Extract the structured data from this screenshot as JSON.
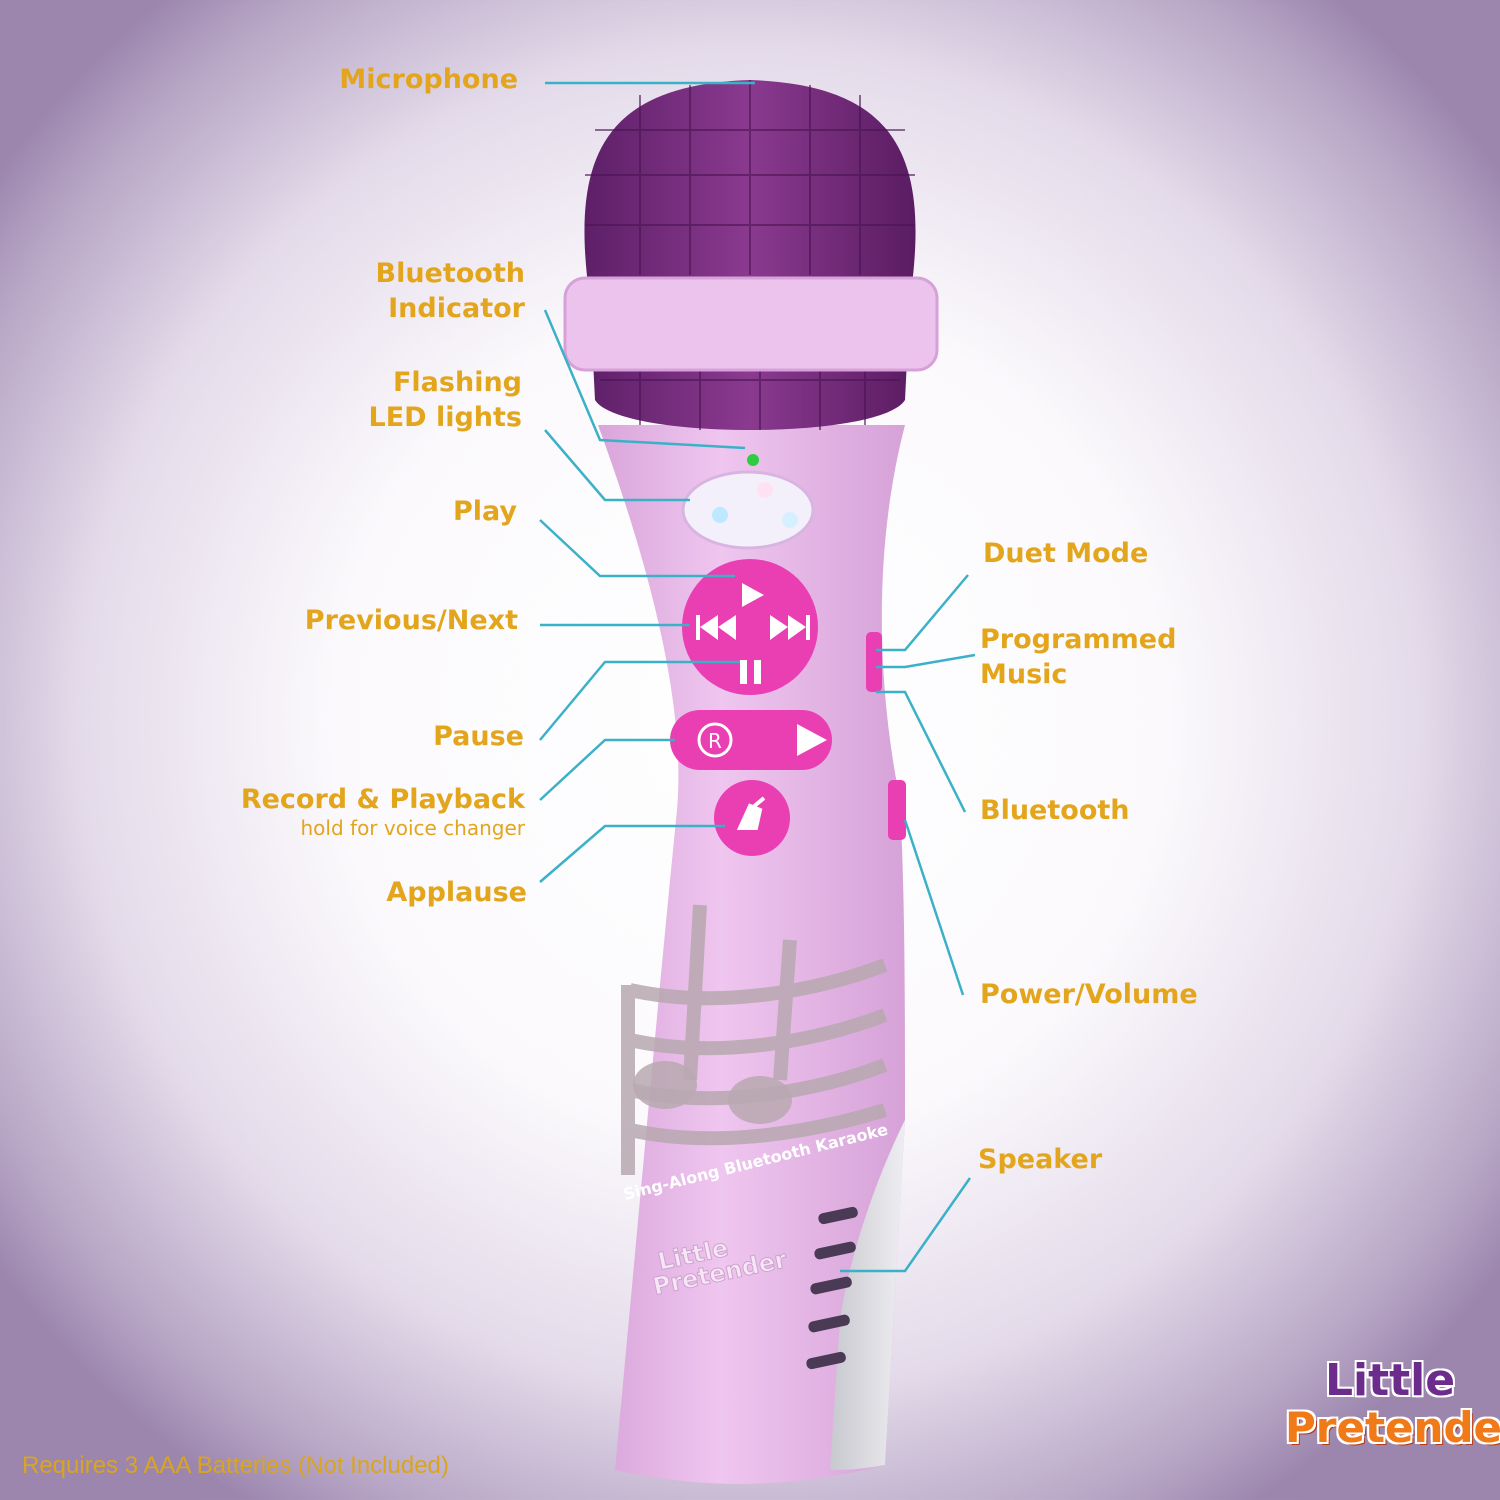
{
  "labels": {
    "microphone": "Microphone",
    "bluetooth_indicator": [
      "Bluetooth",
      "Indicator"
    ],
    "flashing_led": [
      "Flashing",
      "LED lights"
    ],
    "play": "Play",
    "previous_next": "Previous/Next",
    "pause": "Pause",
    "record_playback": "Record & Playback",
    "record_playback_sub": "hold for voice changer",
    "applause": "Applause",
    "duet_mode": "Duet Mode",
    "programmed_music": [
      "Programmed",
      "Music"
    ],
    "bluetooth": "Bluetooth",
    "power_volume": "Power/Volume",
    "speaker": "Speaker"
  },
  "product_text": {
    "tagline": "Sing-Along Bluetooth Karaoke",
    "body_brand": "Little Pretender"
  },
  "footer_note": "Requires 3 AAA Batteries (Not Included)",
  "logo": {
    "line1": "Little",
    "line2": "Pretender"
  },
  "colors": {
    "label": "#e3a51c",
    "leader_line": "#3bb1c8",
    "mic_head": "#7a2c7e",
    "mic_body": "#e6b8e6",
    "buttons": "#e93fb3"
  }
}
